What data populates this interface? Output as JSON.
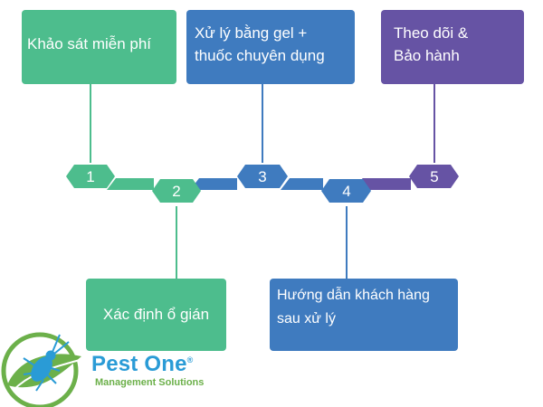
{
  "steps": [
    {
      "number": "1",
      "label": "Khảo sát miễn phí",
      "color": "#4dbd8d"
    },
    {
      "number": "2",
      "label": "Xác định ổ gián",
      "color": "#4dbd8d"
    },
    {
      "number": "3",
      "label": "Xử lý bằng gel +\nthuốc chuyên dụng",
      "color": "#3f7bbf"
    },
    {
      "number": "4",
      "label": "Hướng dẫn khách hàng\nsau xử lý",
      "color": "#3f7bbf"
    },
    {
      "number": "5",
      "label": "Theo dõi &\nBảo hành",
      "color": "#6653a4"
    }
  ],
  "logo": {
    "name": "Pest One",
    "registered": "®",
    "tagline": "Management Solutions",
    "name_color": "#2a9bd6",
    "tagline_color": "#6cb04a"
  }
}
